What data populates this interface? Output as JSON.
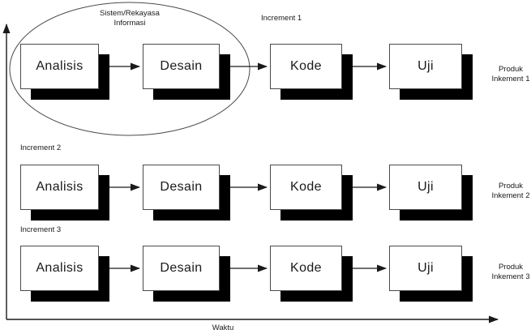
{
  "oval_label": {
    "line1": "Sistem/Rekayasa",
    "line2": "Informasi"
  },
  "axis": {
    "x_label": "Waktu"
  },
  "rows": [
    {
      "label": "Increment 1",
      "boxes": [
        "Analisis",
        "Desain",
        "Kode",
        "Uji"
      ],
      "product": {
        "line1": "Produk",
        "line2": "Inkement 1"
      }
    },
    {
      "label": "Increment 2",
      "boxes": [
        "Analisis",
        "Desain",
        "Kode",
        "Uji"
      ],
      "product": {
        "line1": "Produk",
        "line2": "Inkement 2"
      }
    },
    {
      "label": "Increment 3",
      "boxes": [
        "Analisis",
        "Desain",
        "Kode",
        "Uji"
      ],
      "product": {
        "line1": "Produk",
        "line2": "Inkement 3"
      }
    }
  ],
  "colors": {
    "background": "#ffffff",
    "line": "#1a1a1a",
    "box_border": "#4a4a4a",
    "box_shadow": "#000000"
  }
}
